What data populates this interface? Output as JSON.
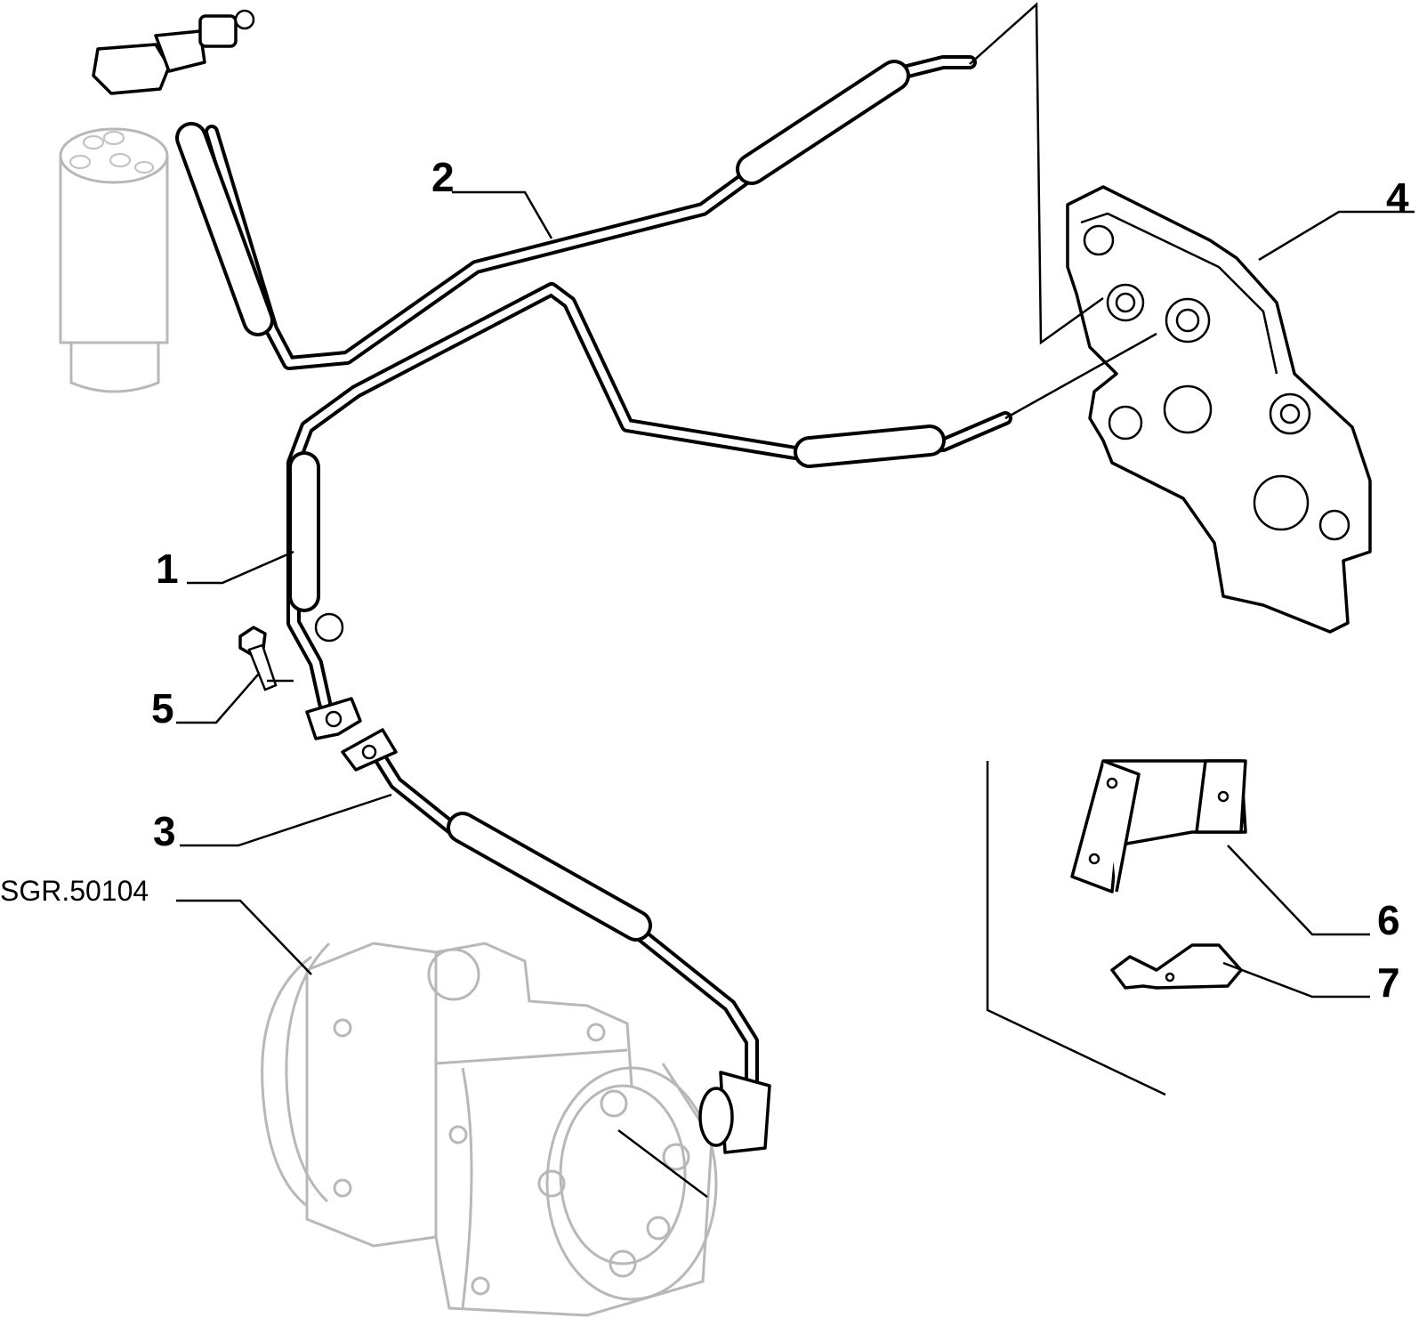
{
  "diagram": {
    "callouts": [
      {
        "id": "1",
        "label": "1"
      },
      {
        "id": "2",
        "label": "2"
      },
      {
        "id": "3",
        "label": "3"
      },
      {
        "id": "4",
        "label": "4"
      },
      {
        "id": "5",
        "label": "5"
      },
      {
        "id": "6",
        "label": "6"
      },
      {
        "id": "7",
        "label": "7"
      }
    ],
    "reference": "SGR.50104"
  }
}
